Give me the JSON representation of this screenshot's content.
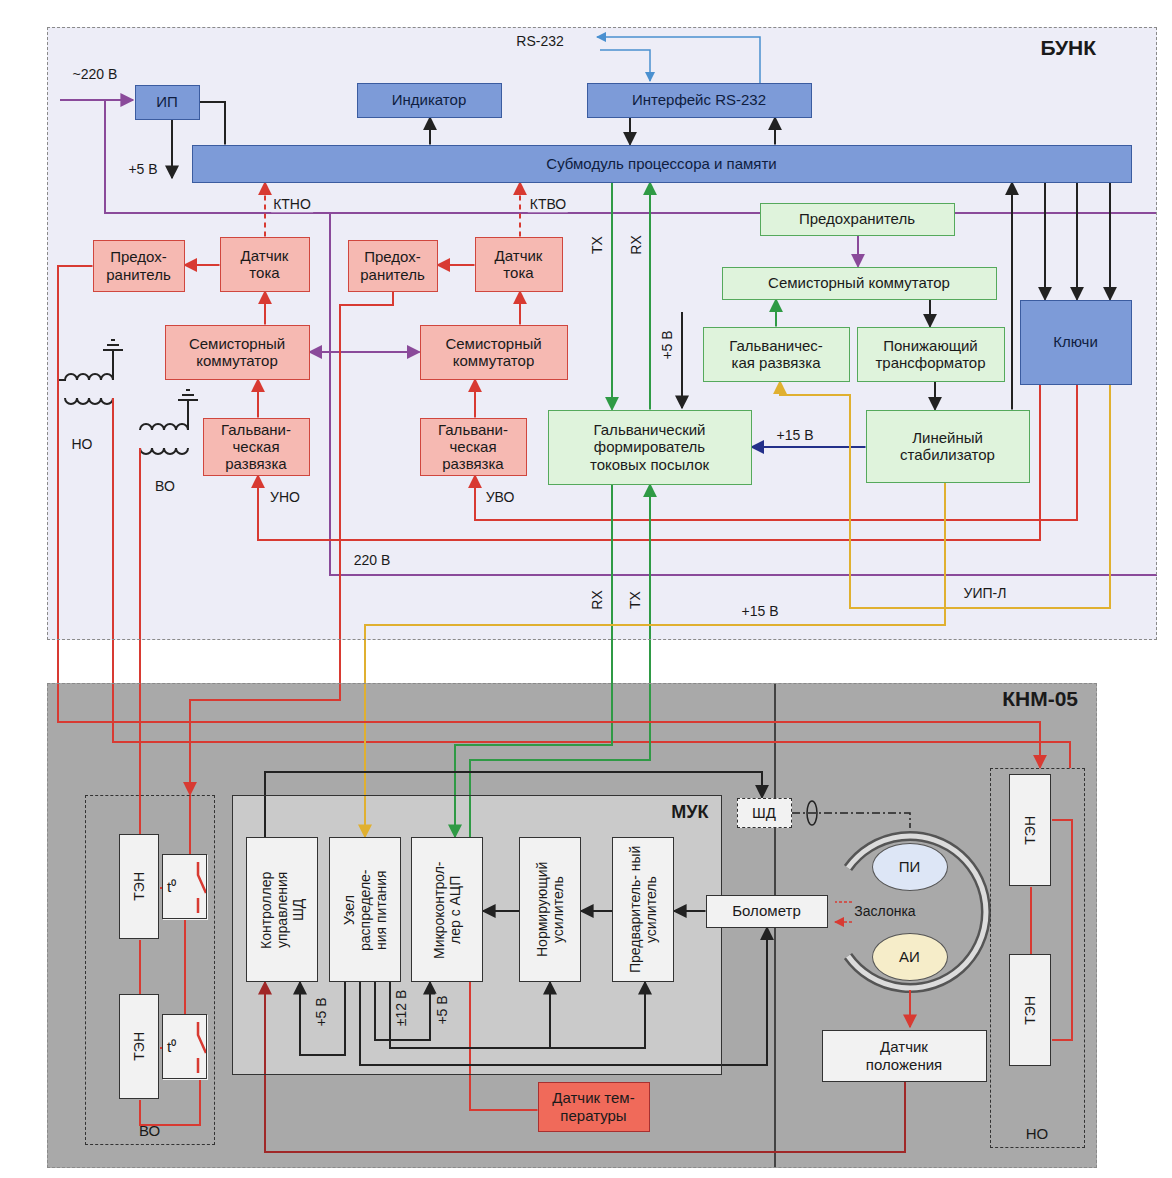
{
  "diagram": {
    "nodes": [
      {
        "text": [
          "БУНК"
        ]
      },
      {
        "text": [
          "ИП"
        ],
        "in": 0
      },
      {
        "text": [
          "Индикатор"
        ],
        "in": 0
      },
      {
        "text": [
          "Интерфейс RS-232"
        ],
        "in": 0
      },
      {
        "text": [
          "Субмодуль процессора и памяти"
        ],
        "in": 0
      },
      {
        "text": [
          "Предох- ранитель"
        ],
        "in": 0
      },
      {
        "text": [
          "Датчик тока"
        ],
        "in": 0
      },
      {
        "text": [
          "Предох- ранитель"
        ],
        "in": 0
      },
      {
        "text": [
          "Датчик тока"
        ],
        "in": 0
      },
      {
        "text": [
          "Предохранитель"
        ],
        "in": 0
      },
      {
        "text": [
          "Семисторный коммутатор"
        ],
        "in": 0
      },
      {
        "text": [
          "Семисторный коммутатор"
        ],
        "in": 0
      },
      {
        "text": [
          "Семисторный коммутатор"
        ],
        "in": 0
      },
      {
        "text": [
          "Гальваничес- кая развязка"
        ],
        "in": 0
      },
      {
        "text": [
          "Понижающий трансформатор"
        ],
        "in": 0
      },
      {
        "text": [
          "Ключи"
        ],
        "in": 0
      },
      {
        "text": [
          "Гальвани- ческая развязка"
        ],
        "in": 0
      },
      {
        "text": [
          "Гальвани- ческая развязка"
        ],
        "in": 0
      },
      {
        "text": [
          "Гальванический формирователь токовых посылок"
        ],
        "in": 0
      },
      {
        "text": [
          "Линейный стабилизатор"
        ],
        "in": 0
      },
      {
        "text": [
          "КНМ-05"
        ]
      },
      {
        "text": [
          "ВО"
        ],
        "in": 20
      },
      {
        "text": [
          "ТЭН"
        ],
        "in": 21
      },
      {
        "text": [
          "t⁰"
        ],
        "in": 21
      },
      {
        "text": [
          "ТЭН"
        ],
        "in": 21
      },
      {
        "text": [
          "t⁰"
        ],
        "in": 21
      },
      {
        "text": [
          "МУК"
        ],
        "in": 20
      },
      {
        "text": [
          "Контроллер управления ШД"
        ],
        "in": 26
      },
      {
        "text": [
          "Узел распределе- ния питания"
        ],
        "in": 26
      },
      {
        "text": [
          "Микроконтрол- лер с АЦП"
        ],
        "in": 26
      },
      {
        "text": [
          "Нормирующий усилитель"
        ],
        "in": 26
      },
      {
        "text": [
          "Предваритель- ный усилитель"
        ],
        "in": 26
      },
      {
        "text": [
          "ШД"
        ],
        "in": 20
      },
      {
        "text": [
          "Болометр"
        ],
        "in": 20
      },
      {
        "text": [
          "ПИ"
        ],
        "in": 20
      },
      {
        "text": [
          "АИ"
        ],
        "in": 20
      },
      {
        "text": [
          "Датчик положения"
        ],
        "in": 20
      },
      {
        "text": [
          "Датчик тем- пературы"
        ],
        "in": 20
      },
      {
        "text": [
          "НО"
        ],
        "in": 20
      },
      {
        "text": [
          "ТЭН"
        ],
        "in": 38
      },
      {
        "text": [
          "ТЭН"
        ],
        "in": 38
      }
    ],
    "edges": [
      {
        "from": 1,
        "to": 4,
        "arrow": "none"
      },
      {
        "from": 4,
        "to": 2,
        "arrow": "to"
      },
      {
        "from": 3,
        "to": 4,
        "arrow": "to"
      },
      {
        "from": 4,
        "to": 3,
        "arrow": "to"
      },
      {
        "from": 6,
        "to": 4,
        "label": "КТНО",
        "arrow": "to"
      },
      {
        "from": 8,
        "to": 4,
        "label": "КТВО",
        "arrow": "to"
      },
      {
        "from": 6,
        "to": 5,
        "arrow": "to"
      },
      {
        "from": 8,
        "to": 7,
        "arrow": "to"
      },
      {
        "from": 10,
        "to": 6,
        "arrow": "to"
      },
      {
        "from": 11,
        "to": 8,
        "arrow": "to"
      },
      {
        "from": 10,
        "to": 11,
        "arrow": "both"
      },
      {
        "from": 16,
        "to": 10,
        "arrow": "to"
      },
      {
        "from": 17,
        "to": 11,
        "arrow": "to"
      },
      {
        "from": 4,
        "to": 18,
        "label": "TX",
        "arrow": "to"
      },
      {
        "from": 18,
        "to": 4,
        "label": "RX",
        "arrow": "to"
      },
      {
        "from": 9,
        "to": 12,
        "arrow": "to"
      },
      {
        "from": 12,
        "to": 14,
        "arrow": "to"
      },
      {
        "from": 13,
        "to": 12,
        "arrow": "to"
      },
      {
        "from": 14,
        "to": 19,
        "arrow": "to"
      },
      {
        "from": 19,
        "to": 18,
        "label": "+15 В",
        "arrow": "to"
      },
      {
        "from": 19,
        "to": 4,
        "arrow": "to"
      },
      {
        "from": 4,
        "to": 15,
        "arrow": "to"
      },
      {
        "from": 4,
        "to": 15,
        "arrow": "to"
      },
      {
        "from": 4,
        "to": 15,
        "arrow": "to"
      },
      {
        "from": 15,
        "to": 16,
        "label": "УНО",
        "arrow": "to"
      },
      {
        "from": 15,
        "to": 17,
        "label": "УВО",
        "arrow": "to"
      },
      {
        "from": 15,
        "to": 13,
        "label": "УИП-Л",
        "arrow": "to"
      },
      {
        "from": 18,
        "to": 29,
        "label": "RX",
        "arrow": "to"
      },
      {
        "from": 29,
        "to": 18,
        "label": "TX",
        "arrow": "to"
      },
      {
        "from": 19,
        "to": 28,
        "label": "+15 В",
        "arrow": "to"
      },
      {
        "from": 5,
        "to": 38,
        "arrow": "to"
      },
      {
        "from": 7,
        "to": 21,
        "arrow": "to"
      },
      {
        "from": 33,
        "to": 31,
        "arrow": "to"
      },
      {
        "from": 31,
        "to": 30,
        "arrow": "to"
      },
      {
        "from": 30,
        "to": 29,
        "arrow": "to"
      },
      {
        "from": 27,
        "to": 32,
        "arrow": "to"
      },
      {
        "from": 36,
        "to": 27,
        "arrow": "to"
      },
      {
        "from": 37,
        "to": 29,
        "arrow": "none"
      },
      {
        "from": 28,
        "to": 27,
        "arrow": "to"
      },
      {
        "from": 28,
        "to": 29,
        "arrow": "to"
      },
      {
        "from": 28,
        "to": 30,
        "arrow": "to"
      },
      {
        "from": 28,
        "to": 31,
        "arrow": "to"
      },
      {
        "from": 28,
        "to": 33,
        "arrow": "to"
      }
    ],
    "labels": [
      "RS-232",
      "~220 В",
      "+5 В",
      "+5 В",
      "220 В",
      "НО",
      "ВО",
      "+5 В",
      "±12 В",
      "+5 В",
      "Заслонка"
    ]
  }
}
